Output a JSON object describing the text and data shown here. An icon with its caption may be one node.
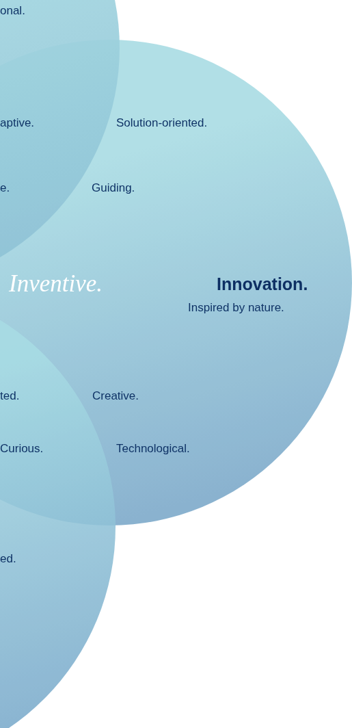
{
  "diagram": {
    "nodes": [
      {
        "text": [
          "onal."
        ]
      },
      {
        "text": [
          "Innovation.",
          "Inspired by nature."
        ]
      },
      {
        "text": [
          "ed."
        ]
      }
    ],
    "labels": [
      "aptive.",
      "Solution-oriented.",
      "e.",
      "Guiding.",
      "Inventive.",
      "ted.",
      "Creative.",
      "Curious.",
      "Technological."
    ]
  }
}
